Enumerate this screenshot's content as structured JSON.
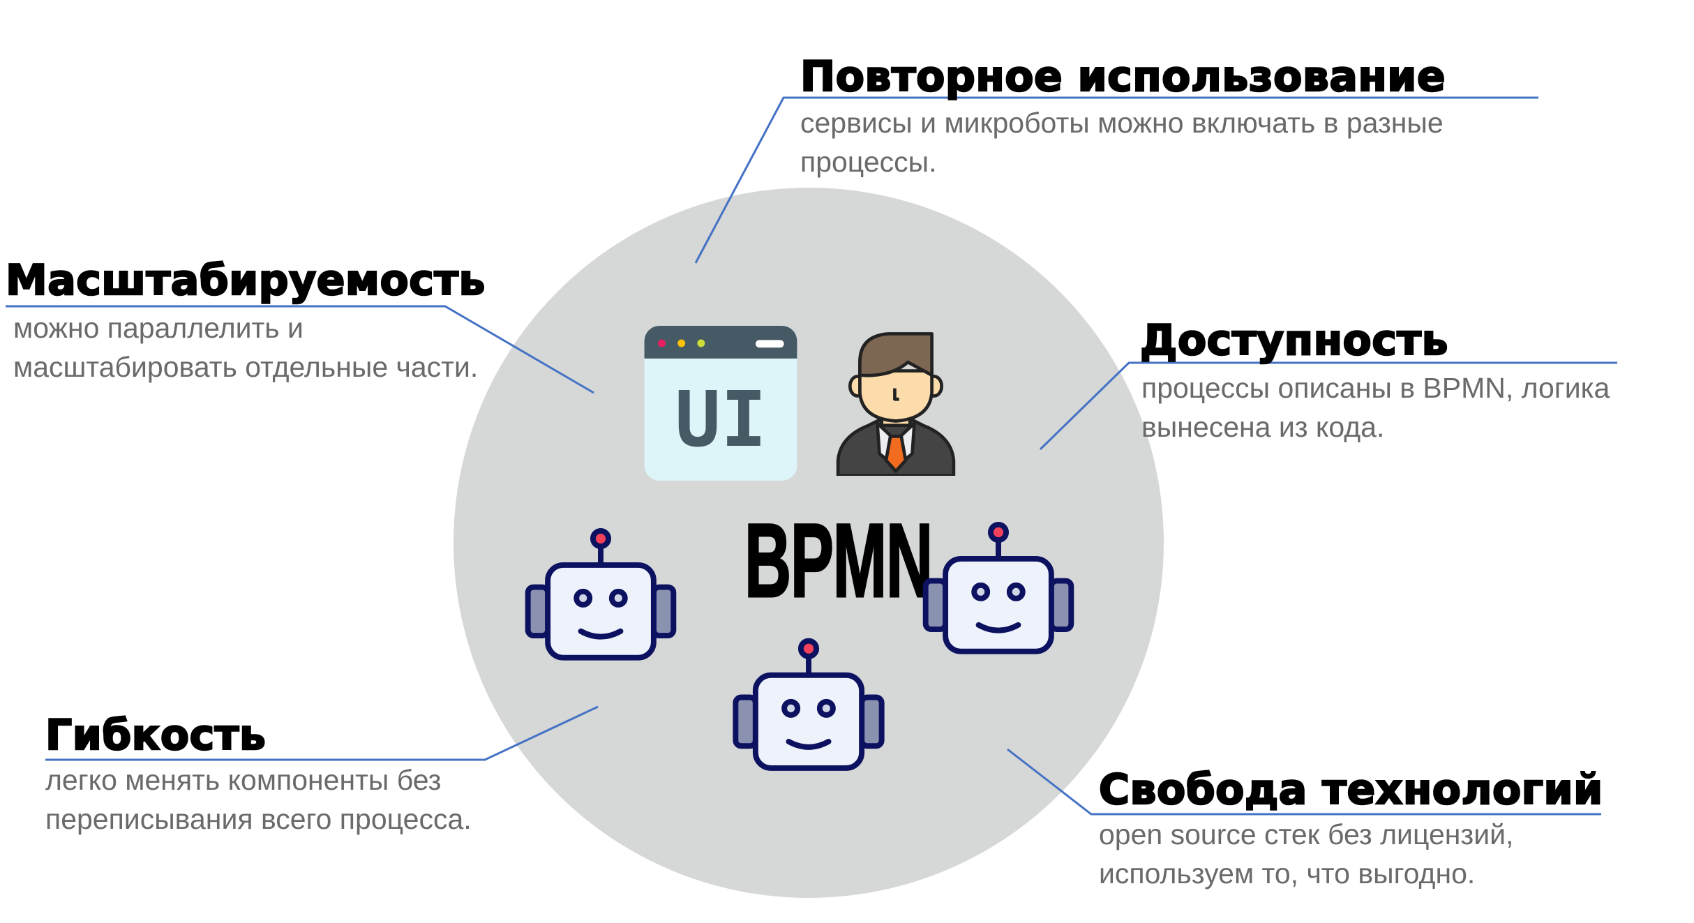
{
  "center": {
    "label": "BPMN",
    "ui_icon_text": "UI"
  },
  "features": [
    {
      "title": "Повторное использование",
      "lines": [
        "сервисы и микроботы можно включать в разные",
        "процессы."
      ]
    },
    {
      "title": "Масштабируемость",
      "lines": [
        "можно параллелить и",
        "масштабировать отдельные части."
      ]
    },
    {
      "title": "Доступность",
      "lines": [
        "процессы описаны в BPMN, логика",
        "вынесена из кода."
      ]
    },
    {
      "title": "Гибкость",
      "lines": [
        "легко менять компоненты без",
        "переписывания всего процесса."
      ]
    },
    {
      "title": "Свобода технологий",
      "lines": [
        "open source стек без лицензий,",
        "используем то, что выгодно."
      ]
    }
  ],
  "colors": {
    "circle": "#d6d7d7",
    "connector": "#4472c4",
    "subtitle": "#6a6a6a",
    "robot_outline": "#0c1160",
    "antenna": "#f2415a"
  }
}
